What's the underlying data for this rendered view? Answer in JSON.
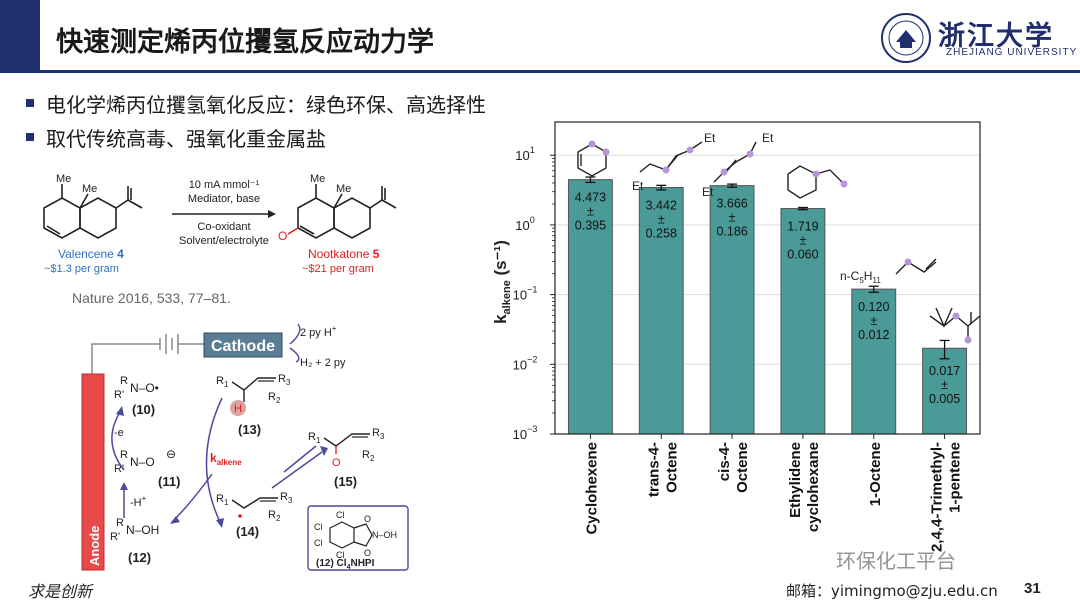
{
  "slide": {
    "title": "快速测定烯丙位攫氢反应动力学",
    "bullets": [
      "电化学烯丙位攫氢氧化反应：绿色环保、高选择性",
      "取代传统高毒、强氧化重金属盐"
    ],
    "citation": "Nature 2016, 533, 77–81.",
    "footer_left": "求是创新",
    "footer_email": "邮箱：yimingmo@zju.edu.cn",
    "page_number": "31",
    "watermark": "环保化工平台",
    "logo_cn": "浙江大学",
    "logo_en": "ZHEJIANG UNIVERSITY"
  },
  "reaction_scheme": {
    "substrate": "Valencene",
    "substrate_num": "4",
    "substrate_price": "~$1.3 per gram",
    "product": "Nootkatone",
    "product_num": "5",
    "product_price": "~$21 per gram",
    "me1": "Me",
    "me2": "Me",
    "conditions": [
      "10 mA mmol⁻¹",
      "Mediator, base",
      "Co-oxidant",
      "Solvent/electrolyte"
    ]
  },
  "mechanism": {
    "cathode_label": "Cathode",
    "anode_label": "Anode",
    "cathode_in": "2 py H",
    "cathode_in_sup": "+",
    "cathode_out": "H₂ + 2 py",
    "r": "R",
    "r_prime": "R'",
    "nitroxyl": "N–O•",
    "nitroxyl_anion": "N–O",
    "hydroxylamine": "N–OH",
    "minus_sign": "⊖",
    "labels": [
      "(10)",
      "(11)",
      "(12)",
      "(13)",
      "(14)",
      "(15)"
    ],
    "minus_e": "-e",
    "minus_h": "-H",
    "minus_h_sup": "+",
    "k_label": "k",
    "k_sub": "alkene",
    "r1": "R",
    "r1_sub": "1",
    "r2": "R",
    "r2_sub": "2",
    "r3": "R",
    "r3_sub": "3",
    "h_atom": "H",
    "o_atom": "O",
    "cl": "Cl",
    "n_oh": "N–OH",
    "o": "O",
    "catalyst_label": "(12) Cl",
    "catalyst_sub": "4",
    "catalyst_suffix": "NHPI"
  },
  "chart_data": {
    "type": "bar",
    "categories": [
      "Cyclohexene",
      "trans-4-Octene",
      "cis-4-Octene",
      "Ethylidene cyclohexane",
      "1-Octene",
      "2,4,4-Trimethyl-1-pentene"
    ],
    "category_labels": [
      [
        "Cyclohexene"
      ],
      [
        "trans-4-",
        "Octene"
      ],
      [
        "cis-4-",
        "Octene"
      ],
      [
        "Ethylidene",
        "cyclohexane"
      ],
      [
        "1-Octene"
      ],
      [
        "2,4,4-Trimethyl-",
        "1-pentene"
      ]
    ],
    "values": [
      4.473,
      3.442,
      3.666,
      1.719,
      0.12,
      0.017
    ],
    "errors": [
      0.395,
      0.258,
      0.186,
      0.06,
      0.012,
      0.005
    ],
    "value_labels": [
      "4.473",
      "3.442",
      "3.666",
      "1.719",
      "0.120",
      "0.017"
    ],
    "error_labels": [
      "0.395",
      "0.258",
      "0.186",
      "0.060",
      "0.012",
      "0.005"
    ],
    "pm": "±",
    "ylabel_main": "k",
    "ylabel_sub": "alkene",
    "ylabel_unit": " (s⁻¹)",
    "yscale": "log",
    "ylim": [
      0.001,
      30
    ],
    "yticks": [
      0.001,
      0.01,
      0.1,
      1,
      10
    ],
    "ytick_base": "10",
    "ytick_exps": [
      "−3",
      "−2",
      "−1",
      "0",
      "1"
    ],
    "grid": true,
    "bar_color": "#4a9a97",
    "structure_labels": {
      "et": "Et",
      "nc5h11": "n-C",
      "nc5h11_sub": "5",
      "nc5h11_tail": "H",
      "nc5h11_tail_sub": "11"
    }
  },
  "colors": {
    "accent": "#1f2e6d",
    "anode": "#e84a4a",
    "cathode": "#5a7d95",
    "arrow": "#4a4a9a",
    "highlight_red": "#e02020",
    "substrate_blue": "#2f6fc0",
    "bar_fill": "#4a9a97",
    "atom_dot": "#b894d8"
  }
}
